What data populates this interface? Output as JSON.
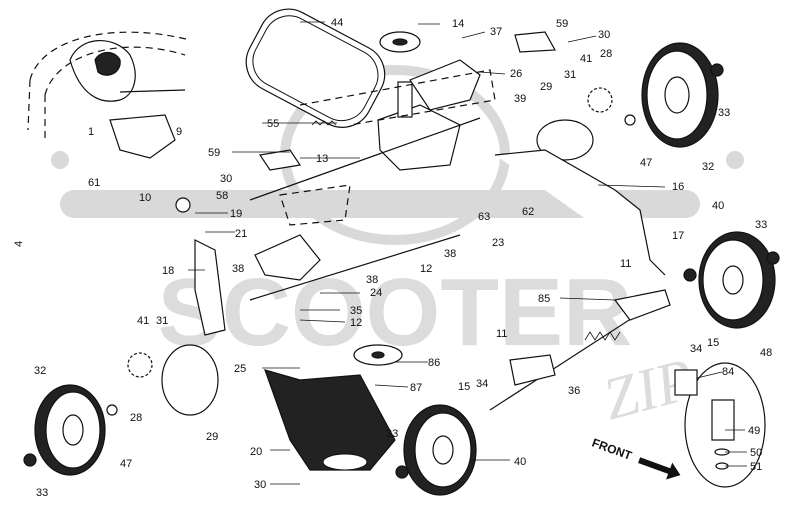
{
  "watermark": {
    "brand": "SCOOTER",
    "suffix": "ZIP"
  },
  "page_marker": "4",
  "front_label": "FRONT",
  "callouts": [
    {
      "id": "c44",
      "text": "44"
    },
    {
      "id": "c14",
      "text": "14"
    },
    {
      "id": "c37",
      "text": "37"
    },
    {
      "id": "c59a",
      "text": "59"
    },
    {
      "id": "c30a",
      "text": "30"
    },
    {
      "id": "c41a",
      "text": "41"
    },
    {
      "id": "c28a",
      "text": "28"
    },
    {
      "id": "c26",
      "text": "26"
    },
    {
      "id": "c31a",
      "text": "31"
    },
    {
      "id": "c29a",
      "text": "29"
    },
    {
      "id": "c39",
      "text": "39"
    },
    {
      "id": "c33a",
      "text": "33"
    },
    {
      "id": "c1",
      "text": "1"
    },
    {
      "id": "c9",
      "text": "9"
    },
    {
      "id": "c55",
      "text": "55"
    },
    {
      "id": "c47a",
      "text": "47"
    },
    {
      "id": "c32a",
      "text": "32"
    },
    {
      "id": "c59b",
      "text": "59"
    },
    {
      "id": "c13",
      "text": "13"
    },
    {
      "id": "c61",
      "text": "61"
    },
    {
      "id": "c10",
      "text": "10"
    },
    {
      "id": "c30b",
      "text": "30"
    },
    {
      "id": "c16",
      "text": "16"
    },
    {
      "id": "c58",
      "text": "58"
    },
    {
      "id": "c63",
      "text": "63"
    },
    {
      "id": "c62",
      "text": "62"
    },
    {
      "id": "c19",
      "text": "19"
    },
    {
      "id": "c40a",
      "text": "40"
    },
    {
      "id": "c38a",
      "text": "38"
    },
    {
      "id": "c23",
      "text": "23"
    },
    {
      "id": "c33b",
      "text": "33"
    },
    {
      "id": "c21",
      "text": "21"
    },
    {
      "id": "c17",
      "text": "17"
    },
    {
      "id": "c12a",
      "text": "12"
    },
    {
      "id": "c18",
      "text": "18"
    },
    {
      "id": "c38b",
      "text": "38"
    },
    {
      "id": "c38c",
      "text": "38"
    },
    {
      "id": "c11a",
      "text": "11"
    },
    {
      "id": "c24",
      "text": "24"
    },
    {
      "id": "c85",
      "text": "85"
    },
    {
      "id": "c35",
      "text": "35"
    },
    {
      "id": "c41b",
      "text": "41"
    },
    {
      "id": "c31b",
      "text": "31"
    },
    {
      "id": "c12b",
      "text": "12"
    },
    {
      "id": "c34a",
      "text": "34"
    },
    {
      "id": "c15a",
      "text": "15"
    },
    {
      "id": "c48",
      "text": "48"
    },
    {
      "id": "c11b",
      "text": "11"
    },
    {
      "id": "c86",
      "text": "86"
    },
    {
      "id": "c32b",
      "text": "32"
    },
    {
      "id": "c25",
      "text": "25"
    },
    {
      "id": "c84",
      "text": "84"
    },
    {
      "id": "c87",
      "text": "87"
    },
    {
      "id": "c15b",
      "text": "15"
    },
    {
      "id": "c34b",
      "text": "34"
    },
    {
      "id": "c36",
      "text": "36"
    },
    {
      "id": "c28b",
      "text": "28"
    },
    {
      "id": "c29b",
      "text": "29"
    },
    {
      "id": "c49",
      "text": "49"
    },
    {
      "id": "c33c",
      "text": "33"
    },
    {
      "id": "c47b",
      "text": "47"
    },
    {
      "id": "c20",
      "text": "20"
    },
    {
      "id": "c40b",
      "text": "40"
    },
    {
      "id": "c50",
      "text": "50"
    },
    {
      "id": "c51",
      "text": "51"
    },
    {
      "id": "c33d",
      "text": "33"
    },
    {
      "id": "c30c",
      "text": "30"
    }
  ]
}
